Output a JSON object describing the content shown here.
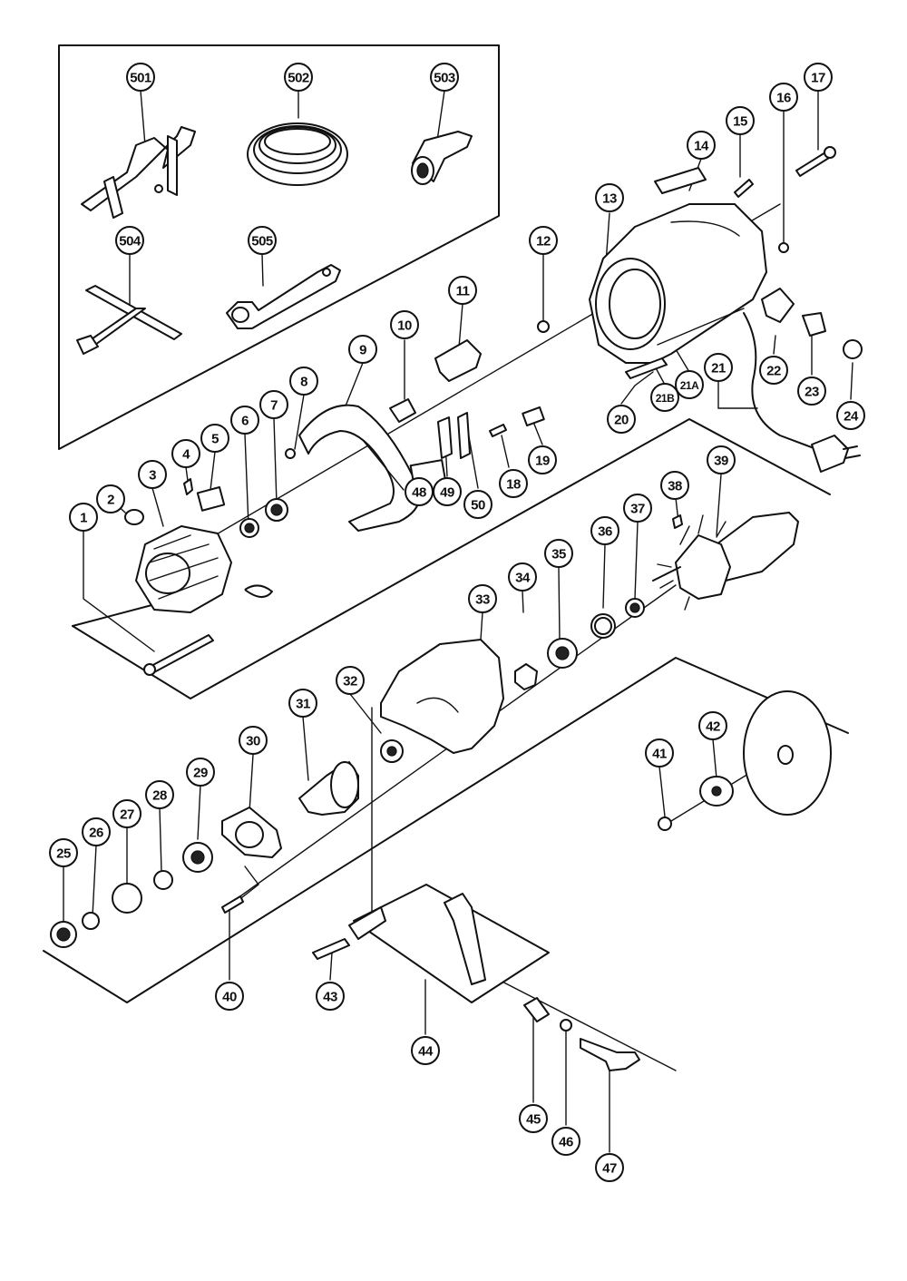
{
  "labels": [
    "501",
    "502",
    "503",
    "504",
    "505",
    "1",
    "2",
    "3",
    "4",
    "5",
    "6",
    "7",
    "8",
    "9",
    "10",
    "11",
    "12",
    "13",
    "14",
    "15",
    "16",
    "17",
    "18",
    "19",
    "20",
    "21B",
    "21A",
    "21",
    "22",
    "23",
    "24",
    "25",
    "26",
    "27",
    "28",
    "29",
    "30",
    "31",
    "32",
    "33",
    "34",
    "35",
    "36",
    "37",
    "38",
    "39",
    "40",
    "41",
    "42",
    "43",
    "44",
    "45",
    "46",
    "47",
    "48",
    "49",
    "50"
  ]
}
